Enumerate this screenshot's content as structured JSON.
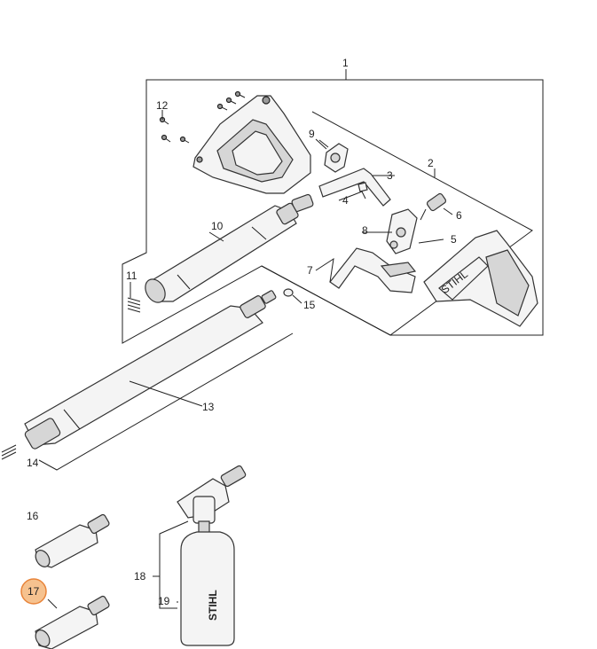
{
  "callouts": {
    "c1": "1",
    "c2": "2",
    "c3": "3",
    "c4": "4",
    "c5": "5",
    "c6": "6",
    "c7": "7",
    "c8": "8",
    "c9": "9",
    "c10": "10",
    "c11": "11",
    "c12": "12",
    "c13": "13",
    "c14": "14",
    "c15": "15",
    "c16": "16",
    "c17": "17",
    "c18": "18",
    "c19": "19"
  },
  "bottle_brand": "STIHL",
  "grip_brand": "STIHL",
  "highlighted_callout": "17",
  "colors": {
    "highlight_fill": "#f6c28f",
    "highlight_stroke": "#e8843a",
    "line": "#222222"
  }
}
